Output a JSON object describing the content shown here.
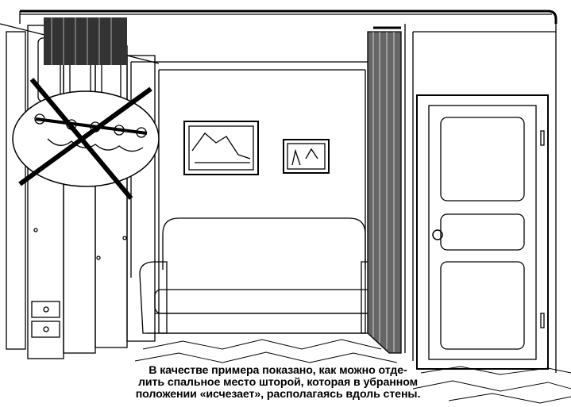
{
  "caption": {
    "line1": "В качестве примера показано, как можно отде-",
    "line2": "лить спальное место шторой, которая в убранном",
    "line3": "положении «исчезает», располагаясь вдоль стены."
  },
  "colors": {
    "ink": "#000000",
    "paper": "#ffffff"
  }
}
